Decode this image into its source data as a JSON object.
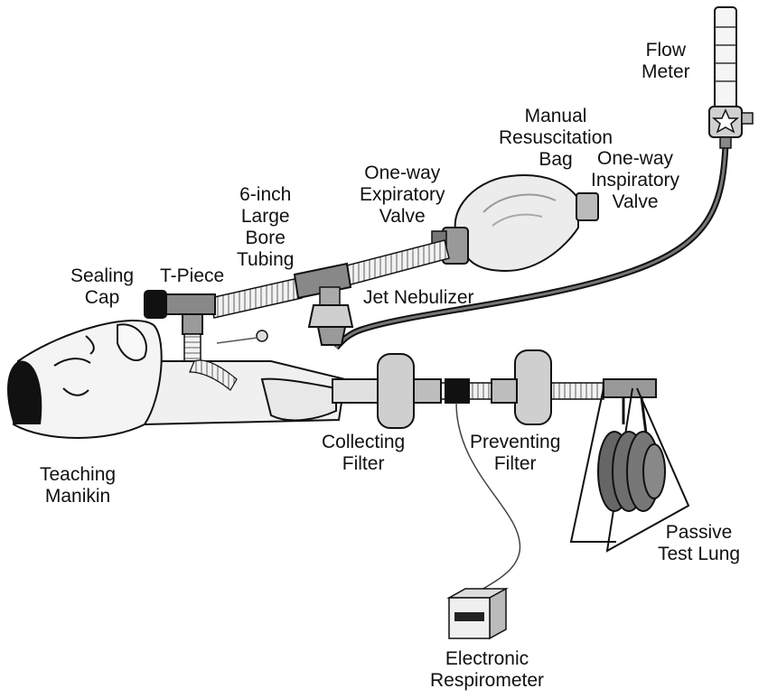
{
  "labels": {
    "flow_meter": [
      "Flow",
      "Meter"
    ],
    "manual_bag": [
      "Manual",
      "Resuscitation",
      "Bag"
    ],
    "inspiratory_valve": [
      "One-way",
      "Inspiratory",
      "Valve"
    ],
    "expiratory_valve": [
      "One-way",
      "Expiratory",
      "Valve"
    ],
    "tubing": [
      "6-inch",
      "Large",
      "Bore",
      "Tubing"
    ],
    "sealing_cap": [
      "Sealing",
      "Cap"
    ],
    "t_piece": [
      "T-Piece"
    ],
    "jet_nebulizer": [
      "Jet Nebulizer"
    ],
    "teaching_manikin": [
      "Teaching",
      "Manikin"
    ],
    "collecting_filter": [
      "Collecting",
      "Filter"
    ],
    "preventing_filter": [
      "Preventing",
      "Filter"
    ],
    "passive_test_lung": [
      "Passive",
      "Test Lung"
    ],
    "electronic_respirometer": [
      "Electronic",
      "Respirometer"
    ]
  },
  "colors": {
    "stroke": "#111111",
    "light_fill": "#e6e6e6",
    "mid_fill": "#bdbdbd",
    "dark_fill": "#555555",
    "black": "#111111"
  }
}
